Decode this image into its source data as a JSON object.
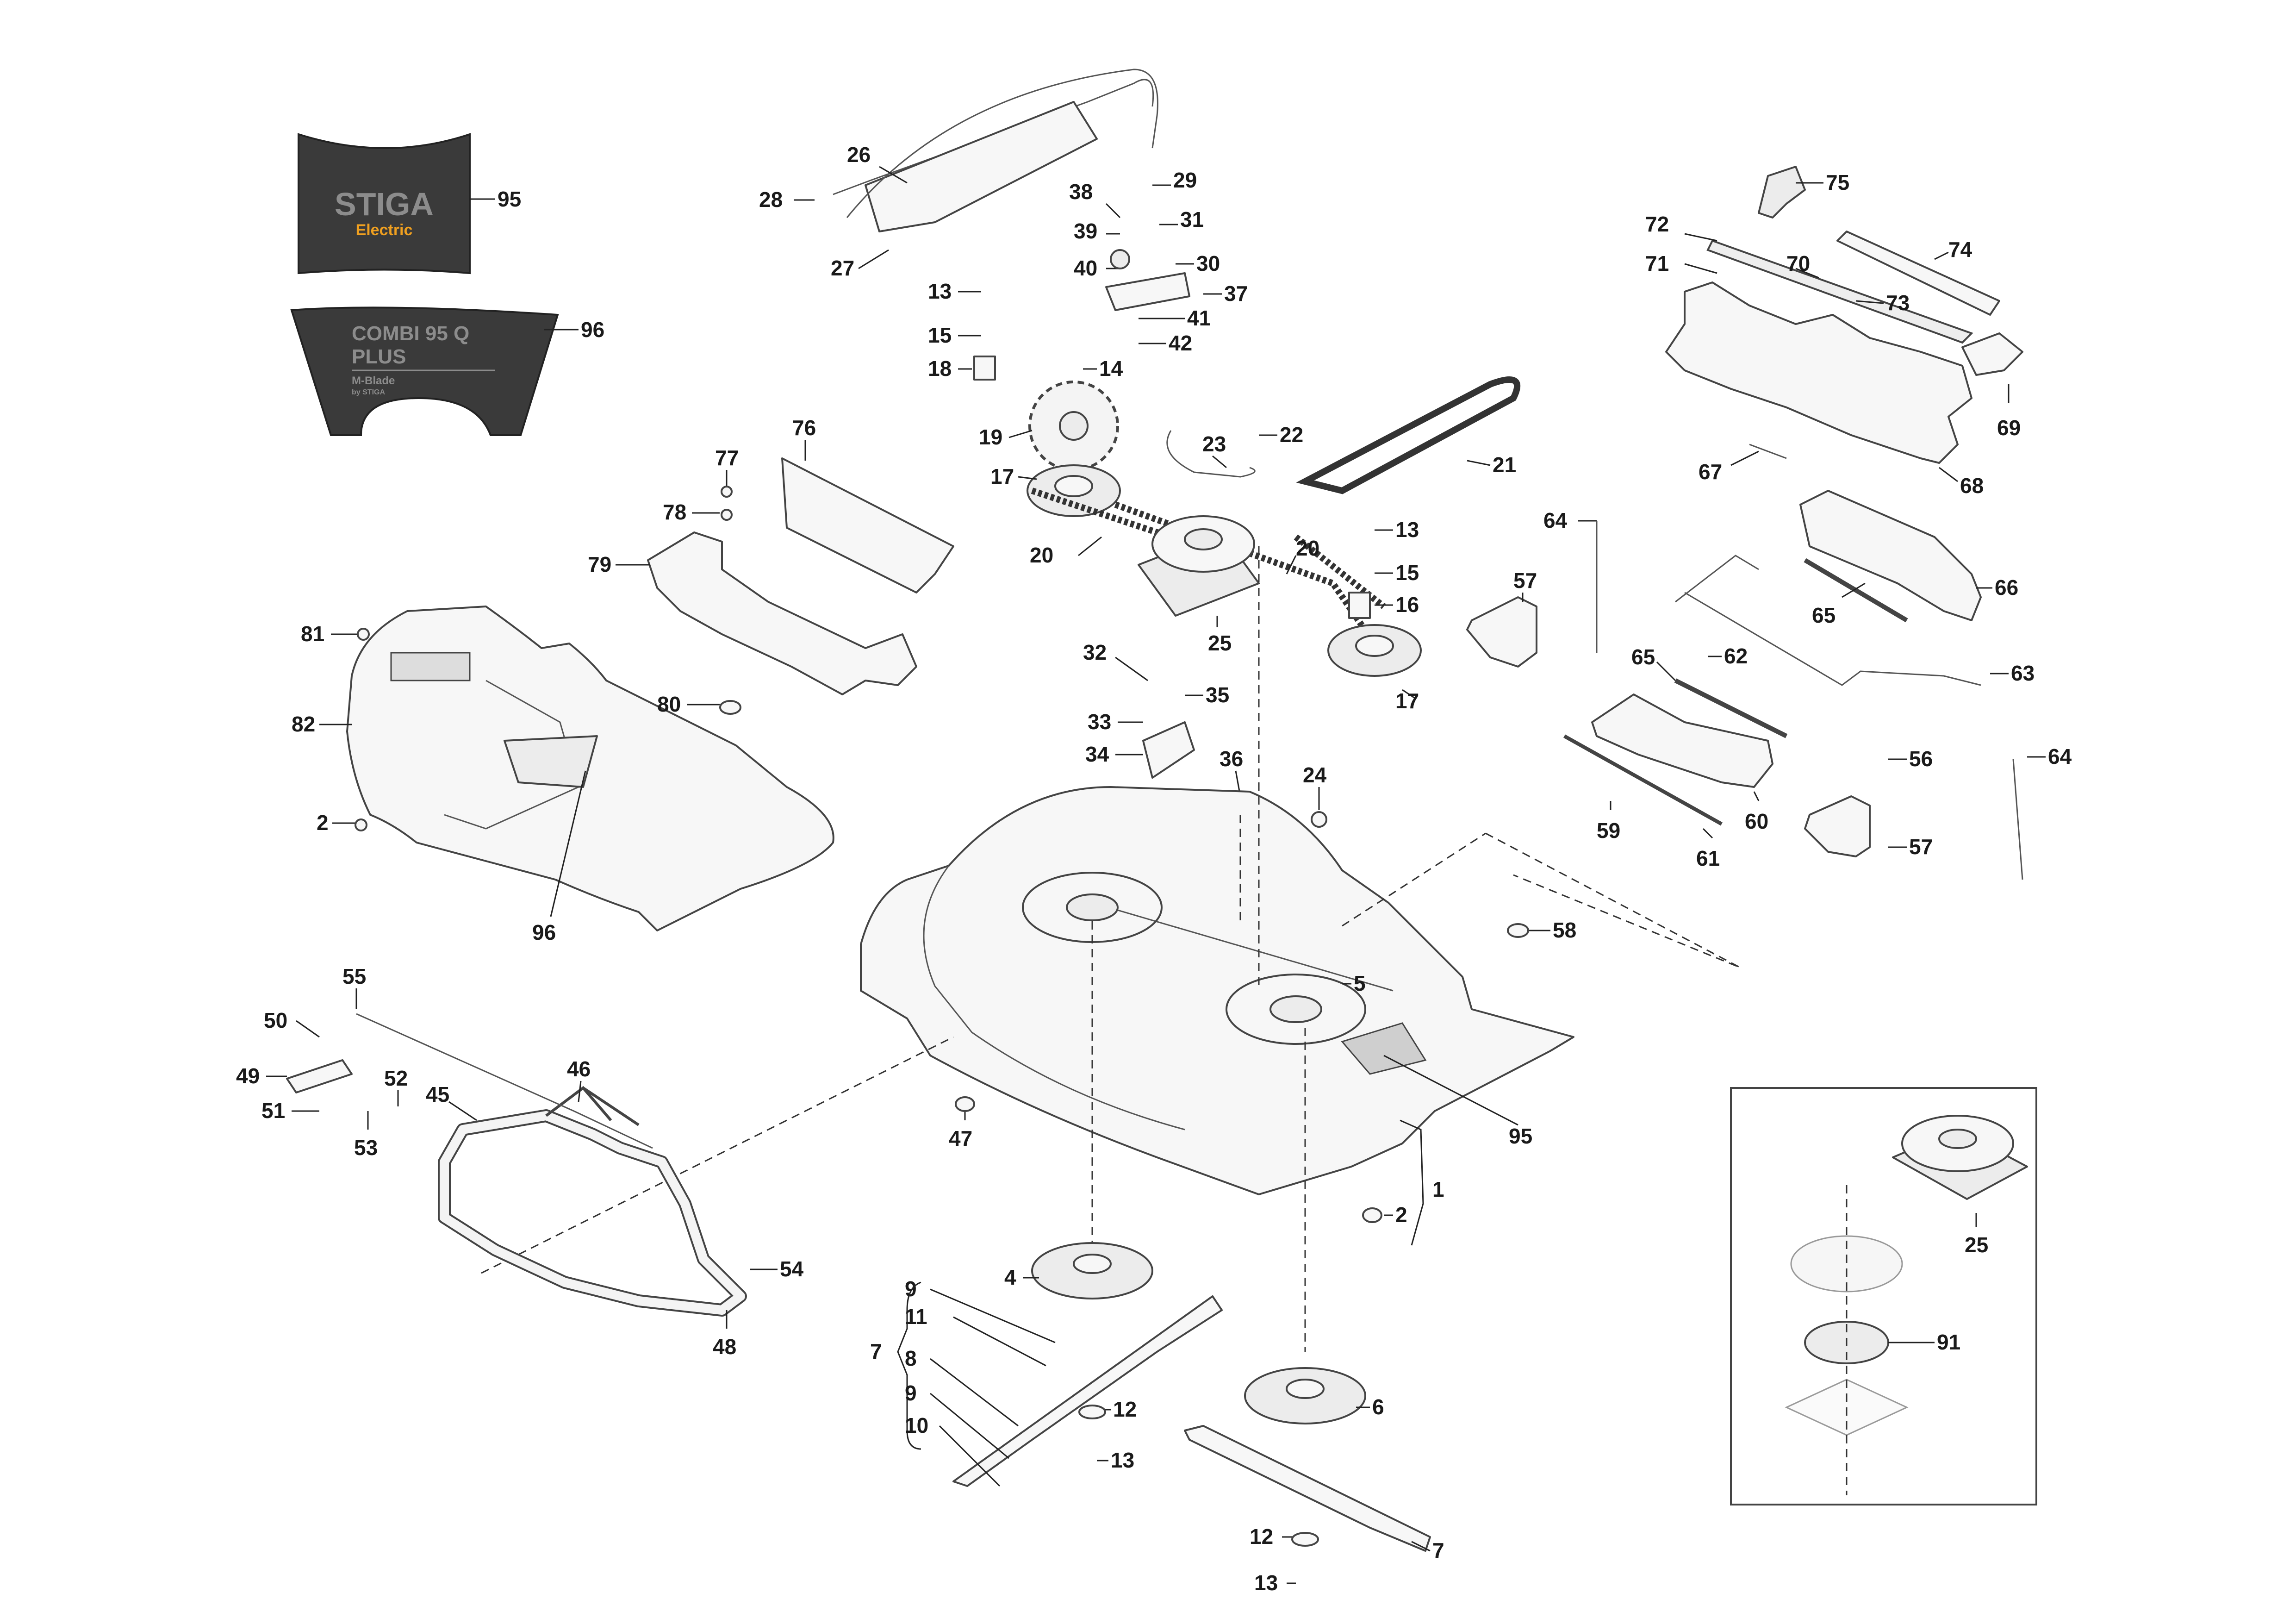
{
  "decals": {
    "stiga": {
      "brand": "STIGA",
      "sub": "Electric"
    },
    "combi": {
      "model_line1": "COMBI 95 Q",
      "model_line2": "PLUS",
      "blade": "M-Blade",
      "by": "by STIGA"
    }
  },
  "callouts": {
    "c1": "1",
    "c2": "2",
    "c4": "4",
    "c5": "5",
    "c6": "6",
    "c7": "7",
    "c8": "8",
    "c9": "9",
    "c10": "10",
    "c11": "11",
    "c12": "12",
    "c13": "13",
    "c14": "14",
    "c15": "15",
    "c16": "16",
    "c17": "17",
    "c18": "18",
    "c19": "19",
    "c20": "20",
    "c21": "21",
    "c22": "22",
    "c23": "23",
    "c24": "24",
    "c25": "25",
    "c26": "26",
    "c27": "27",
    "c28": "28",
    "c29": "29",
    "c30": "30",
    "c31": "31",
    "c32": "32",
    "c33": "33",
    "c34": "34",
    "c35": "35",
    "c36": "36",
    "c37": "37",
    "c38": "38",
    "c39": "39",
    "c40": "40",
    "c41": "41",
    "c42": "42",
    "c45": "45",
    "c46": "46",
    "c47": "47",
    "c48": "48",
    "c49": "49",
    "c50": "50",
    "c51": "51",
    "c52": "52",
    "c53": "53",
    "c54": "54",
    "c55": "55",
    "c56": "56",
    "c57": "57",
    "c58": "58",
    "c59": "59",
    "c60": "60",
    "c61": "61",
    "c62": "62",
    "c63": "63",
    "c64": "64",
    "c65": "65",
    "c66": "66",
    "c67": "67",
    "c68": "68",
    "c69": "69",
    "c70": "70",
    "c71": "71",
    "c72": "72",
    "c73": "73",
    "c74": "74",
    "c75": "75",
    "c76": "76",
    "c77": "77",
    "c78": "78",
    "c79": "79",
    "c80": "80",
    "c81": "81",
    "c82": "82",
    "c91": "91",
    "c95": "95",
    "c96": "96"
  }
}
